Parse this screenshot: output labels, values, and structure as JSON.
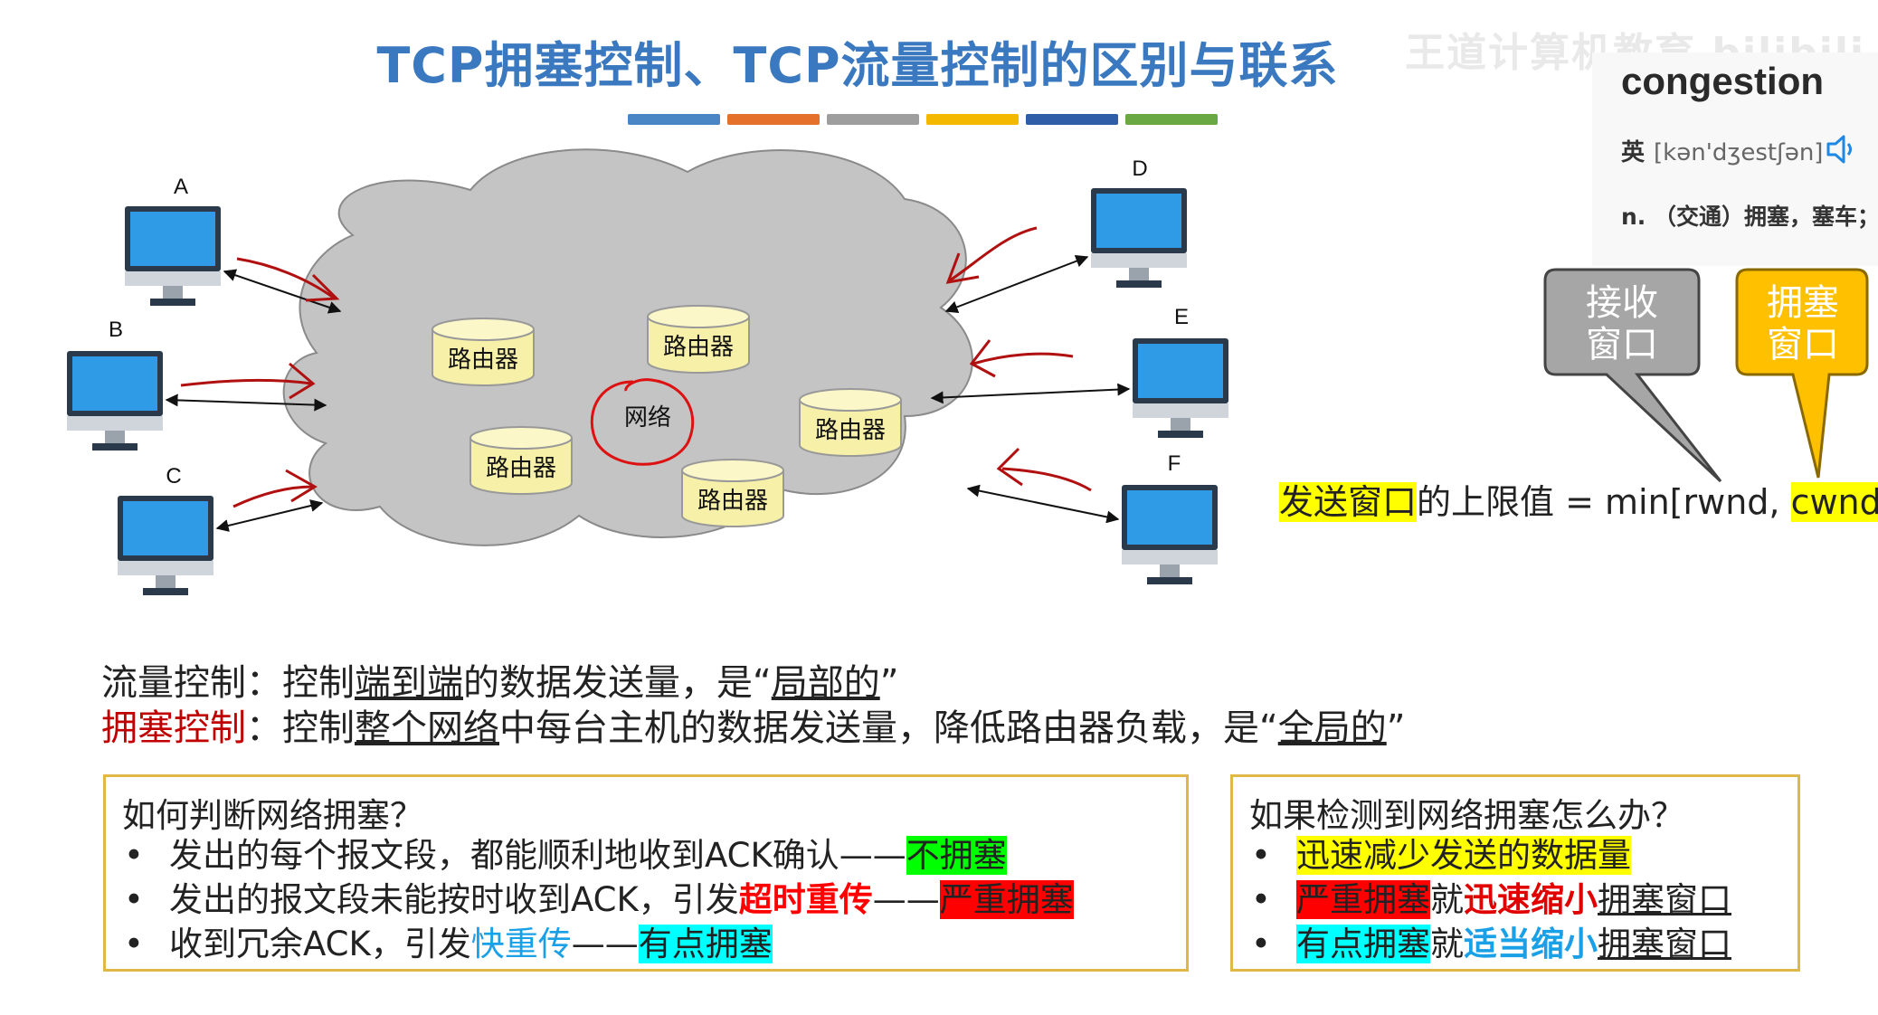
{
  "title": "TCP拥塞控制、TCP流量控制的区别与联系",
  "title_bar_colors": [
    "#4a86c6",
    "#e5702a",
    "#9e9e9e",
    "#f5b800",
    "#2f5da8",
    "#6aa844"
  ],
  "watermark": "王道计算机教育 bilibili",
  "dictionary": {
    "word": "congestion",
    "lang": "英",
    "phonetic": "[kən'dʒestʃən]",
    "definition": "n. （交通）拥塞，塞车；"
  },
  "diagram": {
    "hosts": [
      "A",
      "B",
      "C",
      "D",
      "E",
      "F"
    ],
    "routers": [
      "路由器",
      "路由器",
      "路由器",
      "路由器",
      "路由器"
    ],
    "network_label": "网络"
  },
  "bubbles": {
    "receive": "接收\n窗口",
    "congestion": "拥塞\n窗口"
  },
  "formula": {
    "highlight1": "发送窗口",
    "text1": "的上限值 = min[rwnd, ",
    "highlight2": "cwnd",
    "text2": "]"
  },
  "flow_line": {
    "label": "流量控制",
    "p1": "：控制",
    "u1": "端到端",
    "p2": "的数据发送量，是“",
    "u2": "局部的",
    "p3": "”"
  },
  "congestion_line": {
    "label": "拥塞控制",
    "p1": "：控制",
    "u1": "整个网络",
    "p2": "中每台主机的数据发送量，降低路由器负载，是“",
    "u2": "全局的",
    "p3": "”"
  },
  "left_box": {
    "question": "如何判断网络拥塞？",
    "items": [
      {
        "text": "发出的每个报文段，都能顺利地收到ACK确认——",
        "tag": "不拥塞"
      },
      {
        "text": "发出的报文段未能按时收到ACK，引发",
        "em": "超时重传",
        "dash": "——",
        "tag": "严重拥塞"
      },
      {
        "text": "收到冗余ACK，引发",
        "em": "快重传",
        "dash": "——",
        "tag": "有点拥塞"
      }
    ]
  },
  "right_box": {
    "question": "如果检测到网络拥塞怎么办？",
    "items": [
      {
        "tag": "迅速减少发送的数据量"
      },
      {
        "tag": "严重拥塞",
        "mid": "就",
        "em": "迅速缩小",
        "tail": "拥塞窗口"
      },
      {
        "tag": "有点拥塞",
        "mid": "就",
        "em": "适当缩小",
        "tail": "拥塞窗口"
      }
    ]
  }
}
